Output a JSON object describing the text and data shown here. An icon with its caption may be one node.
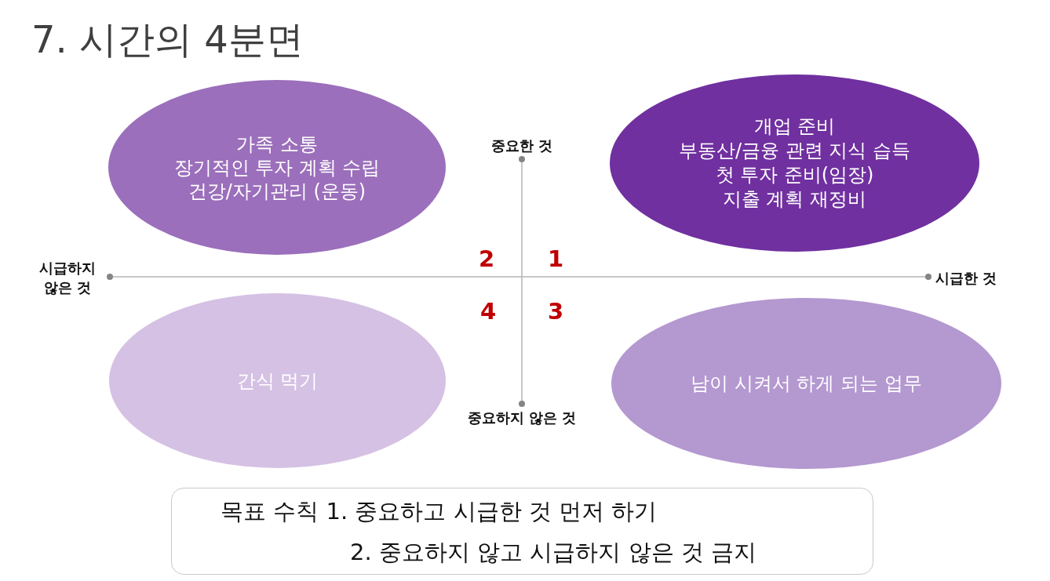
{
  "diagram": {
    "title": "7. 시간의 4분면",
    "nodes": [
      {
        "text": [
          "가족 소통",
          "장기적인 투자 계획 수립",
          "건강/자기관리 (운동)"
        ]
      },
      {
        "text": [
          "개업 준비",
          "부동산/금융 관련 지식 습득",
          "첫 투자 준비(임장)",
          "지출 계획 재정비"
        ]
      },
      {
        "text": [
          "간식 먹기"
        ]
      },
      {
        "text": [
          "남이 시켜서 하게 되는 업무"
        ]
      },
      {
        "text": [
          "목표 수칙 1. 중요하고 시급한 것 먼저 하기",
          "2. 중요하지 않고 시급하지 않은 것 금지"
        ]
      }
    ],
    "labels": [
      "중요한 것",
      "시급하지 않은 것",
      "2",
      "1",
      "시급한 것",
      "4",
      "3",
      "중요하지 않은 것"
    ]
  }
}
